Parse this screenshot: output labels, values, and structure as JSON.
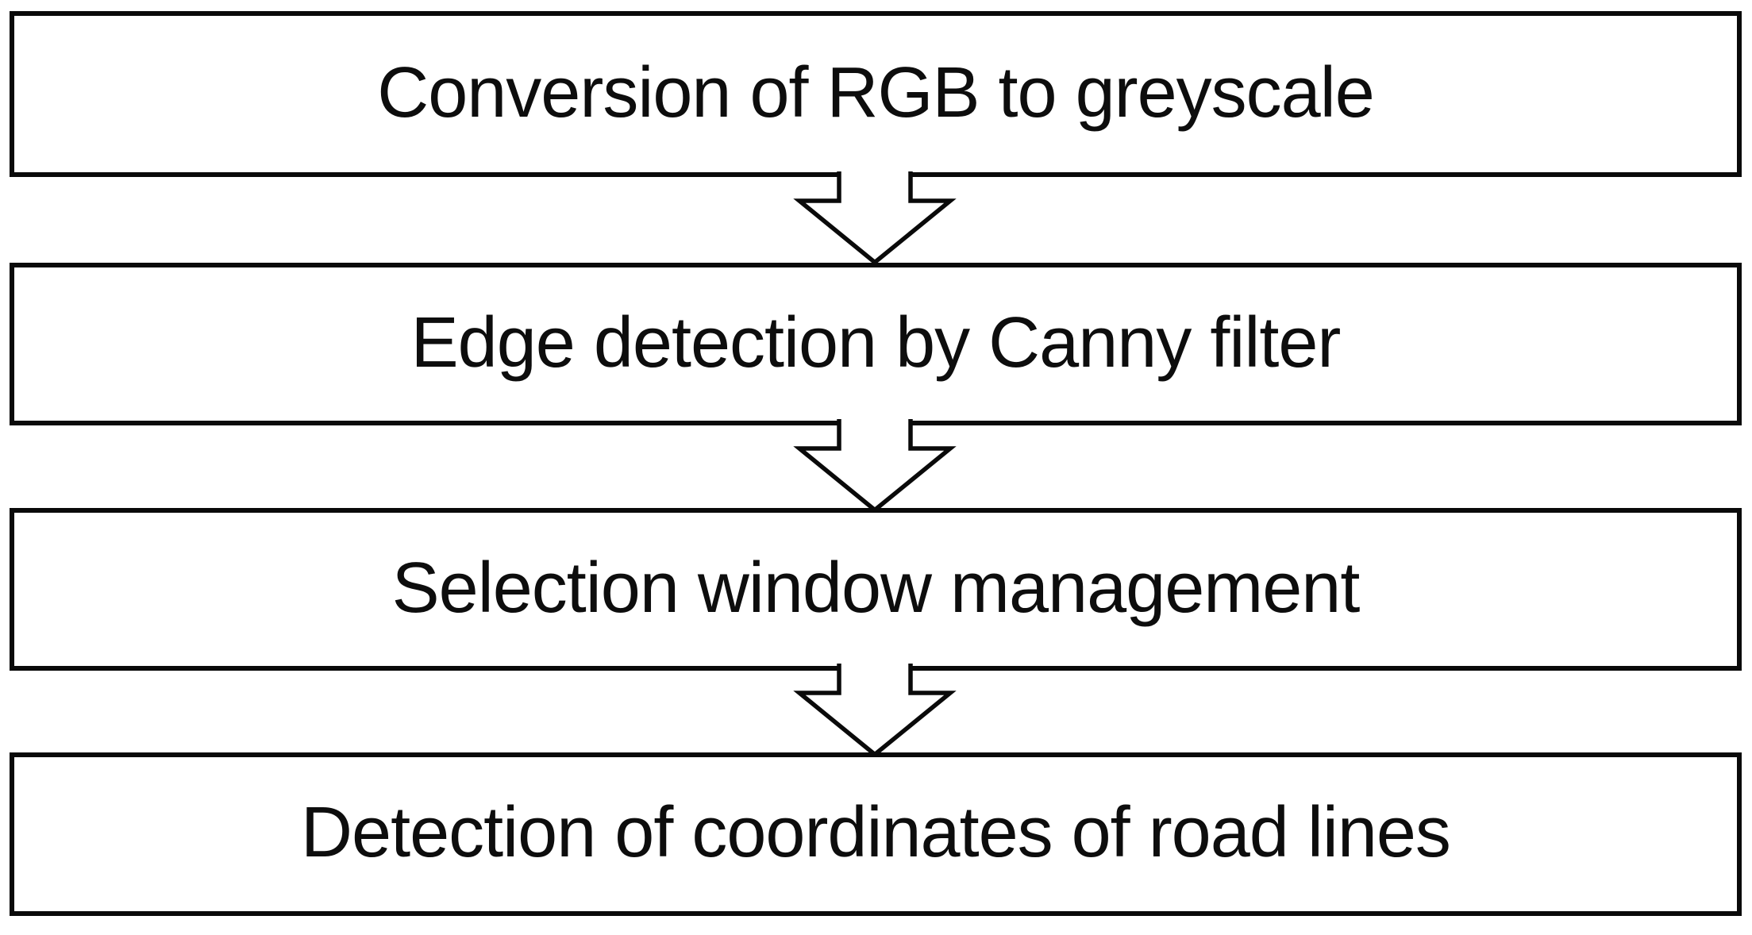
{
  "diagram": {
    "type": "flowchart",
    "direction": "top-down",
    "connector_style": "hollow-down-arrow",
    "colors": {
      "background": "#ffffff",
      "box_fill": "#ffffff",
      "box_border": "#000000",
      "text": "#000000"
    },
    "steps": [
      {
        "label": "Conversion of RGB to greyscale"
      },
      {
        "label": "Edge detection by Canny filter"
      },
      {
        "label": "Selection window management"
      },
      {
        "label": "Detection of coordinates of road lines"
      }
    ]
  }
}
